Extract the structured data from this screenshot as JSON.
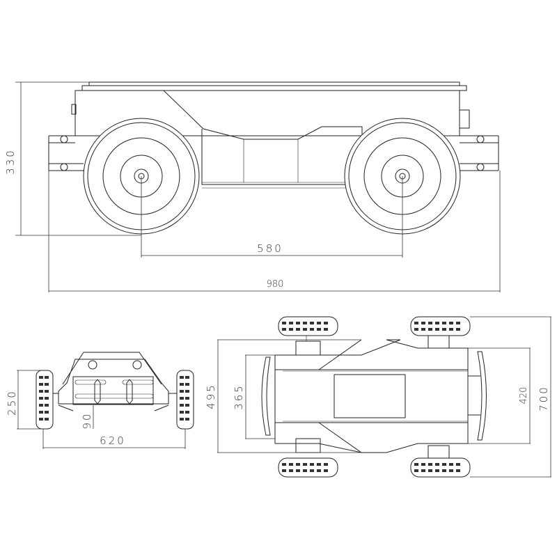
{
  "side_view": {
    "height_label": "330",
    "wheelbase_label": "580",
    "length_label": "980"
  },
  "front_view": {
    "height_label": "250",
    "clearance_label": "90",
    "track_label": "620"
  },
  "top_view": {
    "body_width_label": "495",
    "inner_width_label": "365",
    "rear_width_label": "420",
    "total_width_label": "700"
  }
}
